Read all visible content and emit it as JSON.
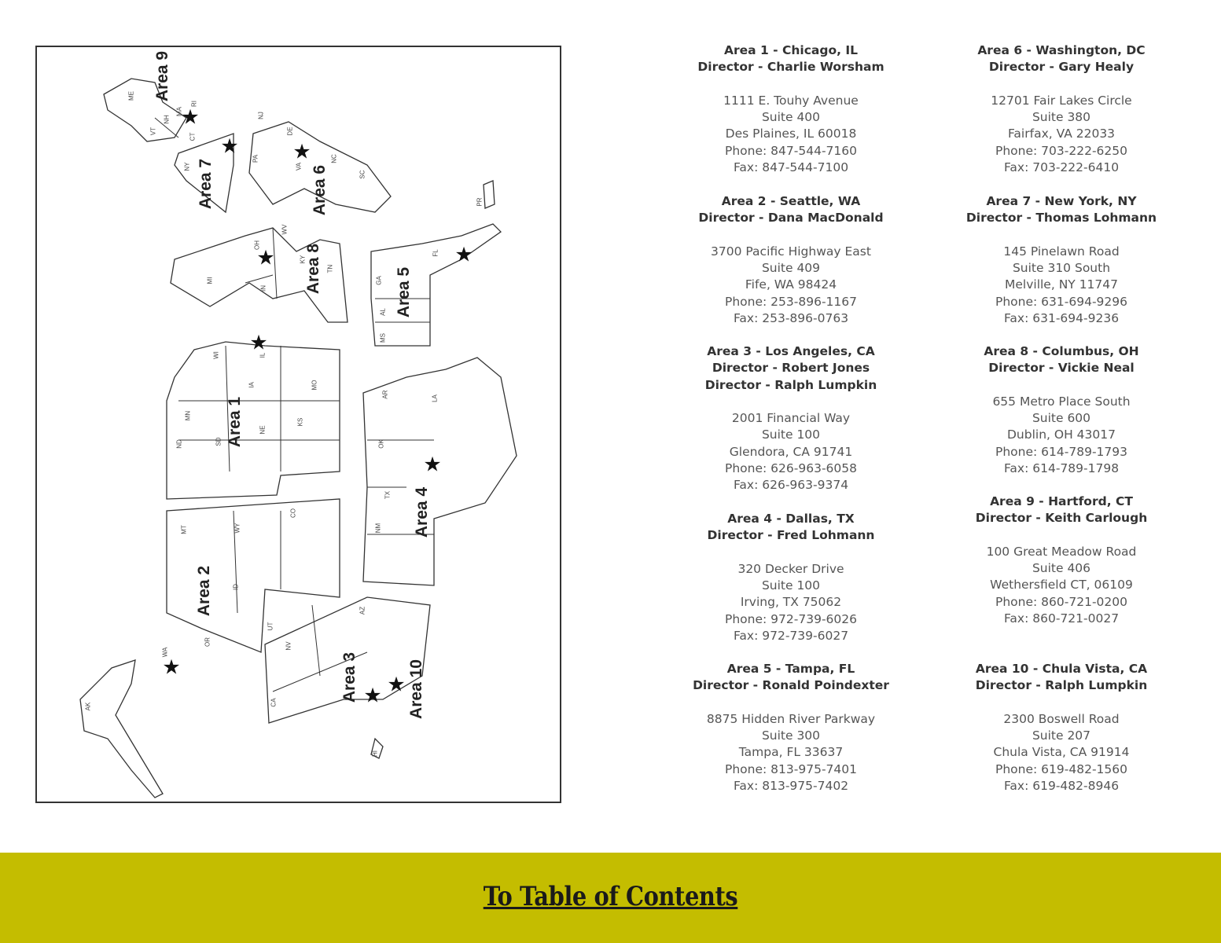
{
  "map": {
    "area_labels": [
      "Area 1",
      "Area 2",
      "Area 3",
      "Area 4",
      "Area 5",
      "Area 6",
      "Area 7",
      "Area 8",
      "Area 9",
      "Area 10"
    ],
    "states": [
      "ME",
      "VT",
      "NH",
      "MA",
      "RI",
      "CT",
      "NY",
      "NJ",
      "PA",
      "DE",
      "VA",
      "NC",
      "SC",
      "PR",
      "OH",
      "WV",
      "KY",
      "TN",
      "MI",
      "IN",
      "GA",
      "AL",
      "MS",
      "FL",
      "WI",
      "IL",
      "IA",
      "MO",
      "MN",
      "ND",
      "SD",
      "NE",
      "KS",
      "AR",
      "LA",
      "OK",
      "TX",
      "NM",
      "MT",
      "WY",
      "CO",
      "ID",
      "UT",
      "AZ",
      "NV",
      "CA",
      "OR",
      "WA",
      "AK",
      "HI"
    ]
  },
  "offices": [
    {
      "heading": [
        "Area 1 - Chicago, IL",
        "Director - Charlie Worsham"
      ],
      "address": [
        "1111 E. Touhy Avenue",
        "Suite 400",
        "Des Plaines, IL 60018",
        "Phone: 847-544-7160",
        "Fax: 847-544-7100"
      ]
    },
    {
      "heading": [
        "Area 2 - Seattle, WA",
        "Director - Dana MacDonald"
      ],
      "address": [
        "3700 Pacific Highway East",
        "Suite 409",
        "Fife, WA 98424",
        "Phone: 253-896-1167",
        "Fax: 253-896-0763"
      ]
    },
    {
      "heading": [
        "Area 3 - Los Angeles, CA",
        "Director - Robert Jones",
        "Director - Ralph Lumpkin"
      ],
      "address": [
        "2001 Financial Way",
        "Suite 100",
        "Glendora, CA 91741",
        "Phone: 626-963-6058",
        "Fax: 626-963-9374"
      ]
    },
    {
      "heading": [
        "Area 4 - Dallas, TX",
        "Director - Fred Lohmann"
      ],
      "address": [
        "320 Decker Drive",
        "Suite 100",
        "Irving, TX 75062",
        "Phone: 972-739-6026",
        "Fax: 972-739-6027"
      ]
    },
    {
      "heading": [
        "Area 5 - Tampa, FL",
        "Director - Ronald Poindexter"
      ],
      "address": [
        "8875 Hidden River Parkway",
        "Suite 300",
        "Tampa, FL 33637",
        "Phone: 813-975-7401",
        "Fax: 813-975-7402"
      ]
    },
    {
      "heading": [
        "Area 6 - Washington, DC",
        "Director - Gary Healy"
      ],
      "address": [
        "12701 Fair Lakes Circle",
        "Suite 380",
        "Fairfax, VA 22033",
        "Phone: 703-222-6250",
        "Fax: 703-222-6410"
      ]
    },
    {
      "heading": [
        "Area 7 - New York, NY",
        "Director - Thomas Lohmann"
      ],
      "address": [
        "145 Pinelawn Road",
        "Suite 310 South",
        "Melville, NY 11747",
        "Phone: 631-694-9296",
        "Fax: 631-694-9236"
      ]
    },
    {
      "heading": [
        "Area 8 - Columbus, OH",
        "Director - Vickie Neal"
      ],
      "address": [
        "655 Metro Place South",
        "Suite 600",
        "Dublin, OH 43017",
        "Phone: 614-789-1793",
        "Fax: 614-789-1798"
      ]
    },
    {
      "heading": [
        "Area 9 - Hartford, CT",
        "Director - Keith Carlough"
      ],
      "address": [
        "100 Great Meadow Road",
        "Suite 406",
        "Wethersfield CT, 06109",
        "Phone: 860-721-0200",
        "Fax:  860-721-0027"
      ]
    },
    {
      "heading": [
        "Area 10 - Chula Vista, CA",
        "Director - Ralph Lumpkin"
      ],
      "address": [
        "2300 Boswell Road",
        "Suite 207",
        "Chula Vista, CA 91914",
        "Phone: 619-482-1560",
        "Fax: 619-482-8946"
      ]
    }
  ],
  "footer": {
    "toc_link": "To Table of Contents",
    "bar_color": "#c4bd00"
  }
}
